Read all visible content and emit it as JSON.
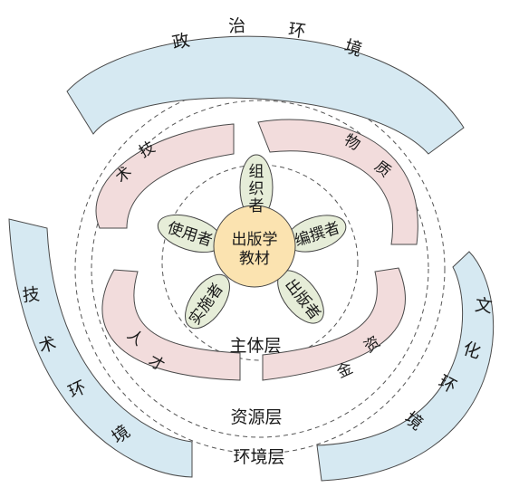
{
  "environment_layer": {
    "label": "环境层",
    "political": [
      "政",
      "治",
      "环",
      "境"
    ],
    "technical": [
      "技",
      "术",
      "环",
      "境"
    ],
    "cultural": [
      "文",
      "化",
      "环",
      "境"
    ]
  },
  "resource_layer": {
    "label": "资源层",
    "technology": [
      "术",
      "技"
    ],
    "material": [
      "物",
      "质"
    ],
    "talent": [
      "人",
      "才"
    ],
    "capital": [
      "资",
      "金"
    ]
  },
  "subject_layer": {
    "label": "主体层",
    "core": [
      "出版学",
      "教材"
    ],
    "actors": {
      "organizer": "组织者",
      "editor": "编撰者",
      "publisher": "出版者",
      "implementer": "实施者",
      "user": "使用者"
    }
  },
  "colors": {
    "environment": "#d6e9f2",
    "resource": "#f2dcdc",
    "actors": "#e6edd8",
    "core": "#fbe3b0"
  }
}
